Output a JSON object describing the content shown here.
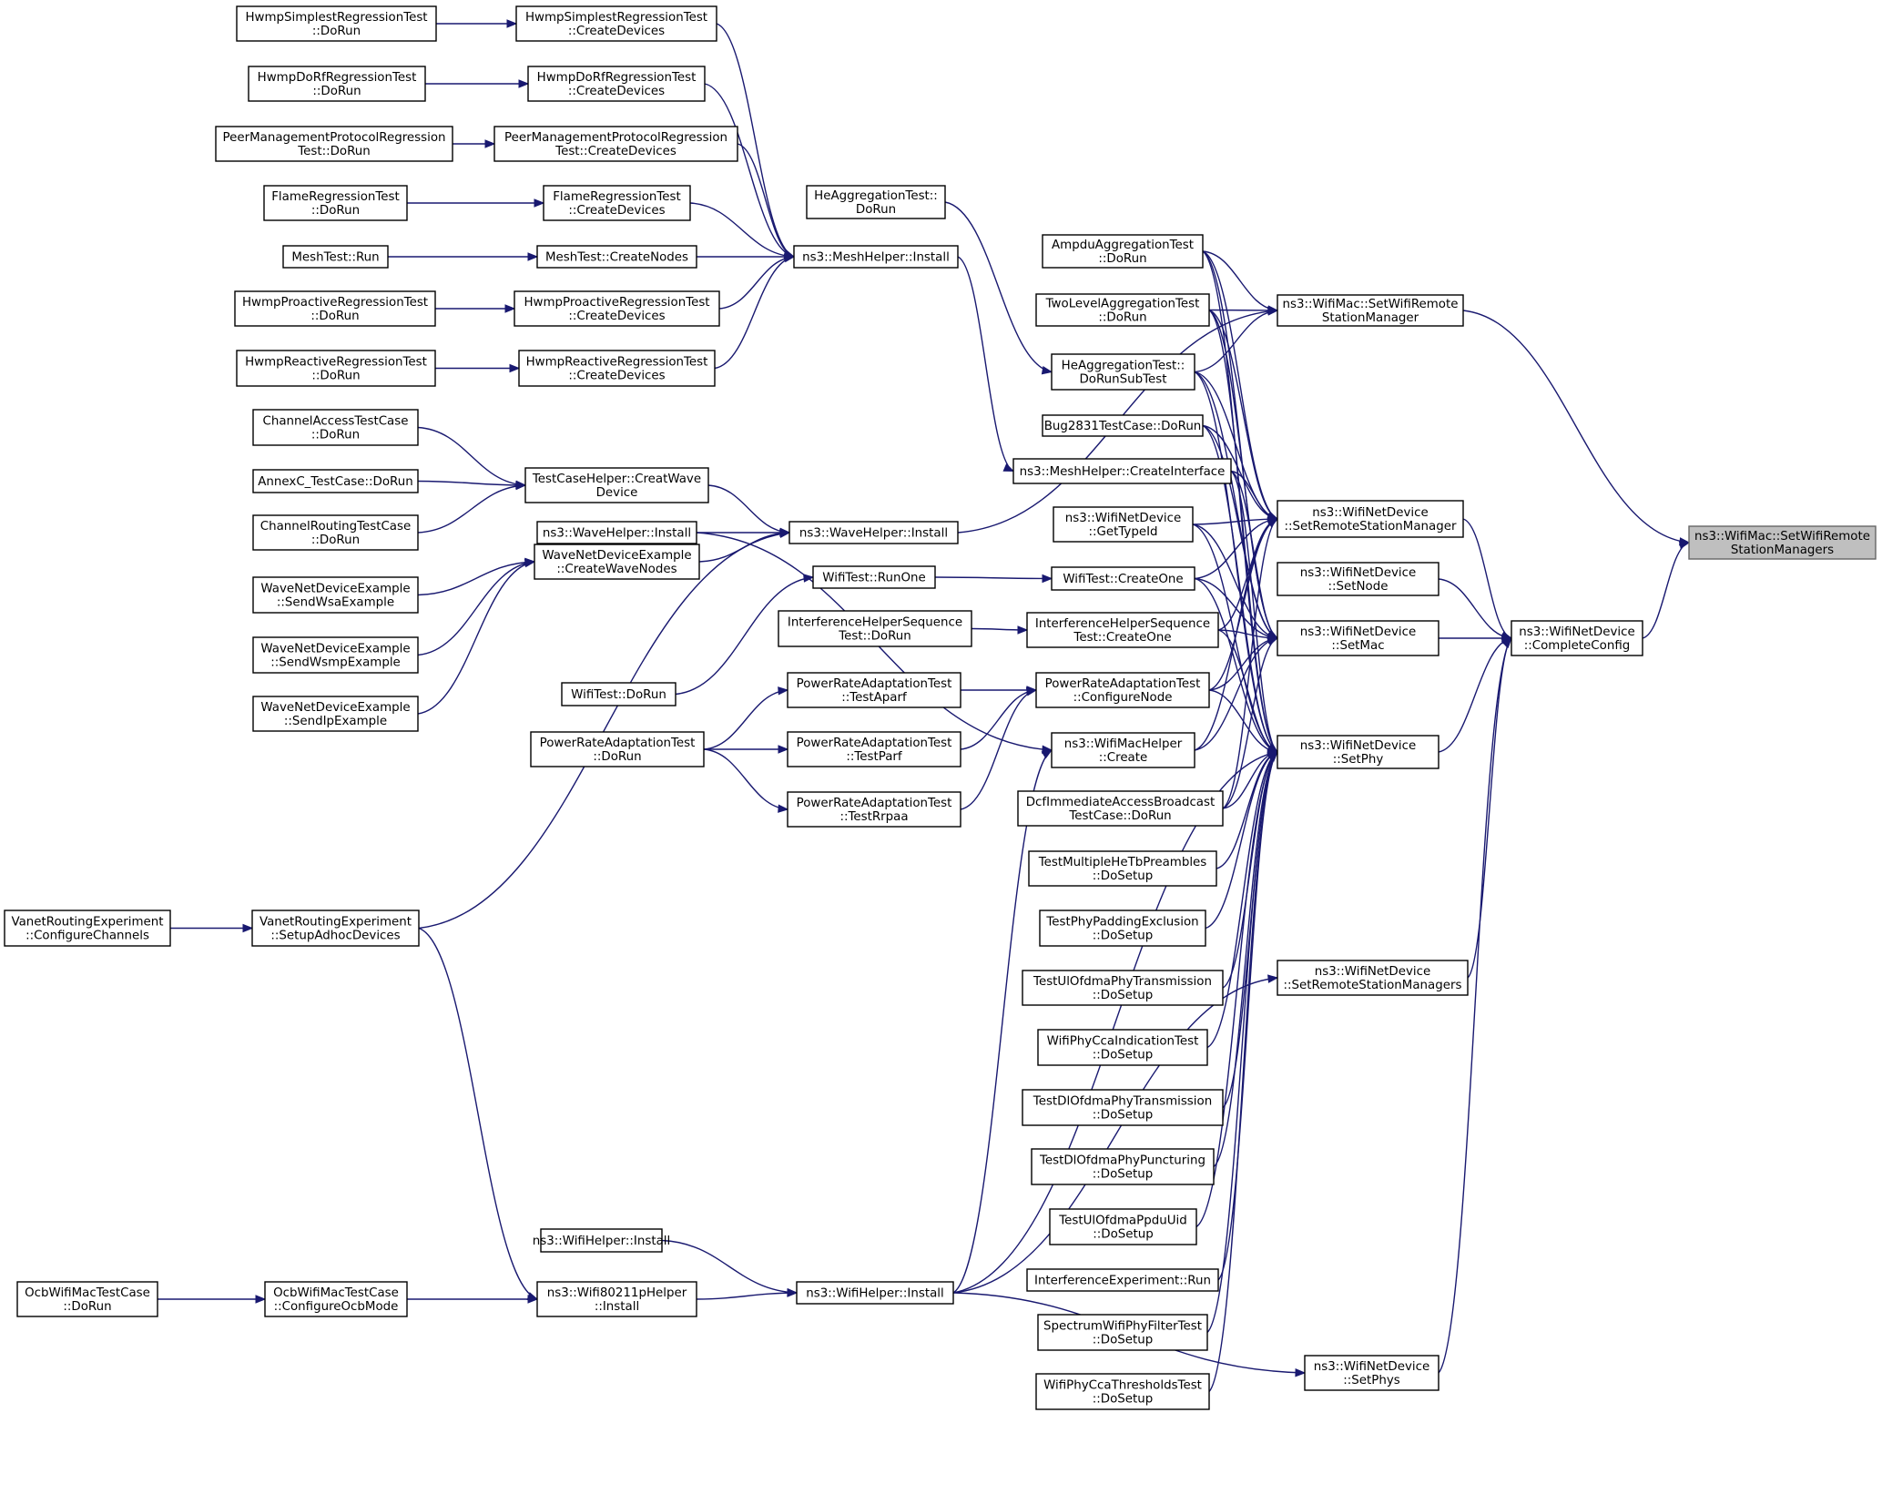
{
  "nodes": [
    {
      "id": "n0",
      "lines": [
        "ns3::WifiMac::SetWifiRemote",
        "StationManagers"
      ],
      "root": true
    },
    {
      "id": "n1",
      "lines": [
        "ns3::WifiNetDevice",
        "::CompleteConfig"
      ]
    },
    {
      "id": "n2",
      "lines": [
        "ns3::WifiMac::SetWifiRemote",
        "StationManager"
      ]
    },
    {
      "id": "n3",
      "lines": [
        "ns3::WifiNetDevice",
        "::SetRemoteStationManager"
      ]
    },
    {
      "id": "n4",
      "lines": [
        "ns3::WifiNetDevice",
        "::SetNode"
      ]
    },
    {
      "id": "n5",
      "lines": [
        "ns3::WifiNetDevice",
        "::SetMac"
      ]
    },
    {
      "id": "n6",
      "lines": [
        "ns3::WifiNetDevice",
        "::SetPhy"
      ]
    },
    {
      "id": "n7",
      "lines": [
        "ns3::WifiNetDevice",
        "::SetRemoteStationManagers"
      ]
    },
    {
      "id": "n8",
      "lines": [
        "ns3::WifiNetDevice",
        "::SetPhys"
      ]
    },
    {
      "id": "n9",
      "lines": [
        "AmpduAggregationTest",
        "::DoRun"
      ]
    },
    {
      "id": "n10",
      "lines": [
        "TwoLevelAggregationTest",
        "::DoRun"
      ]
    },
    {
      "id": "n11",
      "lines": [
        "HeAggregationTest::",
        "DoRunSubTest"
      ]
    },
    {
      "id": "n12",
      "lines": [
        "Bug2831TestCase::DoRun"
      ]
    },
    {
      "id": "n13",
      "lines": [
        "ns3::MeshHelper::CreateInterface"
      ]
    },
    {
      "id": "n14",
      "lines": [
        "ns3::WifiNetDevice",
        "::GetTypeId"
      ]
    },
    {
      "id": "n15",
      "lines": [
        "WifiTest::CreateOne"
      ]
    },
    {
      "id": "n16",
      "lines": [
        "InterferenceHelperSequence",
        "Test::CreateOne"
      ]
    },
    {
      "id": "n17",
      "lines": [
        "PowerRateAdaptationTest",
        "::ConfigureNode"
      ]
    },
    {
      "id": "n18",
      "lines": [
        "ns3::WifiMacHelper",
        "::Create"
      ]
    },
    {
      "id": "n19",
      "lines": [
        "DcfImmediateAccessBroadcast",
        "TestCase::DoRun"
      ]
    },
    {
      "id": "n20",
      "lines": [
        "TestMultipleHeTbPreambles",
        "::DoSetup"
      ]
    },
    {
      "id": "n21",
      "lines": [
        "TestPhyPaddingExclusion",
        "::DoSetup"
      ]
    },
    {
      "id": "n22",
      "lines": [
        "TestUlOfdmaPhyTransmission",
        "::DoSetup"
      ]
    },
    {
      "id": "n23",
      "lines": [
        "WifiPhyCcaIndicationTest",
        "::DoSetup"
      ]
    },
    {
      "id": "n24",
      "lines": [
        "TestDlOfdmaPhyTransmission",
        "::DoSetup"
      ]
    },
    {
      "id": "n25",
      "lines": [
        "TestDlOfdmaPhyPuncturing",
        "::DoSetup"
      ]
    },
    {
      "id": "n26",
      "lines": [
        "TestUlOfdmaPpduUid",
        "::DoSetup"
      ]
    },
    {
      "id": "n27",
      "lines": [
        "InterferenceExperiment::Run"
      ]
    },
    {
      "id": "n28",
      "lines": [
        "SpectrumWifiPhyFilterTest",
        "::DoSetup"
      ]
    },
    {
      "id": "n29",
      "lines": [
        "WifiPhyCcaThresholdsTest",
        "::DoSetup"
      ]
    },
    {
      "id": "n30",
      "lines": [
        "HeAggregationTest::",
        "DoRun"
      ]
    },
    {
      "id": "n31",
      "lines": [
        "ns3::MeshHelper::Install"
      ]
    },
    {
      "id": "n32",
      "lines": [
        "ns3::WaveHelper::Install"
      ]
    },
    {
      "id": "n33",
      "lines": [
        "WifiTest::RunOne"
      ]
    },
    {
      "id": "n34",
      "lines": [
        "InterferenceHelperSequence",
        "Test::DoRun"
      ]
    },
    {
      "id": "n35",
      "lines": [
        "WifiTest::DoRun"
      ]
    },
    {
      "id": "n36",
      "lines": [
        "PowerRateAdaptationTest",
        "::TestAparf"
      ]
    },
    {
      "id": "n37",
      "lines": [
        "PowerRateAdaptationTest",
        "::TestParf"
      ]
    },
    {
      "id": "n38",
      "lines": [
        "PowerRateAdaptationTest",
        "::TestRrpaa"
      ]
    },
    {
      "id": "n39",
      "lines": [
        "ns3::WifiHelper::Install"
      ]
    },
    {
      "id": "n40",
      "lines": [
        "ns3::WifiHelper::Install"
      ]
    },
    {
      "id": "n41",
      "lines": [
        "HwmpSimplestRegressionTest",
        "::CreateDevices"
      ]
    },
    {
      "id": "n42",
      "lines": [
        "HwmpDoRfRegressionTest",
        "::CreateDevices"
      ]
    },
    {
      "id": "n43",
      "lines": [
        "PeerManagementProtocolRegression",
        "Test::CreateDevices"
      ]
    },
    {
      "id": "n44",
      "lines": [
        "FlameRegressionTest",
        "::CreateDevices"
      ]
    },
    {
      "id": "n45",
      "lines": [
        "MeshTest::CreateNodes"
      ]
    },
    {
      "id": "n46",
      "lines": [
        "HwmpProactiveRegressionTest",
        "::CreateDevices"
      ]
    },
    {
      "id": "n47",
      "lines": [
        "HwmpReactiveRegressionTest",
        "::CreateDevices"
      ]
    },
    {
      "id": "n48",
      "lines": [
        "TestCaseHelper::CreatWave",
        "Device"
      ]
    },
    {
      "id": "n49",
      "lines": [
        "ns3::WaveHelper::Install"
      ]
    },
    {
      "id": "n50",
      "lines": [
        "WaveNetDeviceExample",
        "::CreateWaveNodes"
      ]
    },
    {
      "id": "n51",
      "lines": [
        "PowerRateAdaptationTest",
        "::DoRun"
      ]
    },
    {
      "id": "n52",
      "lines": [
        "ns3::Wifi80211pHelper",
        "::Install"
      ]
    },
    {
      "id": "n53",
      "lines": [
        "HwmpSimplestRegressionTest",
        "::DoRun"
      ]
    },
    {
      "id": "n54",
      "lines": [
        "HwmpDoRfRegressionTest",
        "::DoRun"
      ]
    },
    {
      "id": "n55",
      "lines": [
        "PeerManagementProtocolRegression",
        "Test::DoRun"
      ]
    },
    {
      "id": "n56",
      "lines": [
        "FlameRegressionTest",
        "::DoRun"
      ]
    },
    {
      "id": "n57",
      "lines": [
        "MeshTest::Run"
      ]
    },
    {
      "id": "n58",
      "lines": [
        "HwmpProactiveRegressionTest",
        "::DoRun"
      ]
    },
    {
      "id": "n59",
      "lines": [
        "HwmpReactiveRegressionTest",
        "::DoRun"
      ]
    },
    {
      "id": "n60",
      "lines": [
        "ChannelAccessTestCase",
        "::DoRun"
      ]
    },
    {
      "id": "n61",
      "lines": [
        "AnnexC_TestCase::DoRun"
      ]
    },
    {
      "id": "n62",
      "lines": [
        "ChannelRoutingTestCase",
        "::DoRun"
      ]
    },
    {
      "id": "n63",
      "lines": [
        "WaveNetDeviceExample",
        "::SendWsaExample"
      ]
    },
    {
      "id": "n64",
      "lines": [
        "WaveNetDeviceExample",
        "::SendWsmpExample"
      ]
    },
    {
      "id": "n65",
      "lines": [
        "WaveNetDeviceExample",
        "::SendIpExample"
      ]
    },
    {
      "id": "n66",
      "lines": [
        "VanetRoutingExperiment",
        "::SetupAdhocDevices"
      ]
    },
    {
      "id": "n67",
      "lines": [
        "OcbWifiMacTestCase",
        "::ConfigureOcbMode"
      ]
    },
    {
      "id": "n68",
      "lines": [
        "VanetRoutingExperiment",
        "::ConfigureChannels"
      ]
    },
    {
      "id": "n69",
      "lines": [
        "OcbWifiMacTestCase",
        "::DoRun"
      ]
    }
  ],
  "edges": [
    [
      "n1",
      "n0"
    ],
    [
      "n2",
      "n0"
    ],
    [
      "n3",
      "n1"
    ],
    [
      "n4",
      "n1"
    ],
    [
      "n5",
      "n1"
    ],
    [
      "n6",
      "n1"
    ],
    [
      "n7",
      "n1"
    ],
    [
      "n8",
      "n1"
    ],
    [
      "n9",
      "n2"
    ],
    [
      "n10",
      "n2"
    ],
    [
      "n11",
      "n2"
    ],
    [
      "n49",
      "n2"
    ],
    [
      "n9",
      "n3"
    ],
    [
      "n10",
      "n3"
    ],
    [
      "n11",
      "n3"
    ],
    [
      "n12",
      "n3"
    ],
    [
      "n13",
      "n3"
    ],
    [
      "n14",
      "n3"
    ],
    [
      "n15",
      "n3"
    ],
    [
      "n16",
      "n3"
    ],
    [
      "n17",
      "n3"
    ],
    [
      "n18",
      "n3"
    ],
    [
      "n19",
      "n3"
    ],
    [
      "n9",
      "n5"
    ],
    [
      "n10",
      "n5"
    ],
    [
      "n11",
      "n5"
    ],
    [
      "n12",
      "n5"
    ],
    [
      "n13",
      "n5"
    ],
    [
      "n14",
      "n5"
    ],
    [
      "n15",
      "n5"
    ],
    [
      "n16",
      "n5"
    ],
    [
      "n17",
      "n5"
    ],
    [
      "n18",
      "n5"
    ],
    [
      "n19",
      "n5"
    ],
    [
      "n9",
      "n6"
    ],
    [
      "n10",
      "n6"
    ],
    [
      "n11",
      "n6"
    ],
    [
      "n12",
      "n6"
    ],
    [
      "n13",
      "n6"
    ],
    [
      "n14",
      "n6"
    ],
    [
      "n15",
      "n6"
    ],
    [
      "n16",
      "n6"
    ],
    [
      "n17",
      "n6"
    ],
    [
      "n19",
      "n6"
    ],
    [
      "n20",
      "n6"
    ],
    [
      "n21",
      "n6"
    ],
    [
      "n22",
      "n6"
    ],
    [
      "n23",
      "n6"
    ],
    [
      "n24",
      "n6"
    ],
    [
      "n25",
      "n6"
    ],
    [
      "n26",
      "n6"
    ],
    [
      "n27",
      "n6"
    ],
    [
      "n28",
      "n6"
    ],
    [
      "n29",
      "n6"
    ],
    [
      "n40",
      "n6"
    ],
    [
      "n40",
      "n7"
    ],
    [
      "n40",
      "n8"
    ],
    [
      "n30",
      "n11"
    ],
    [
      "n31",
      "n13"
    ],
    [
      "n33",
      "n15"
    ],
    [
      "n34",
      "n16"
    ],
    [
      "n36",
      "n17"
    ],
    [
      "n37",
      "n17"
    ],
    [
      "n38",
      "n17"
    ],
    [
      "n32",
      "n18"
    ],
    [
      "n40",
      "n18"
    ],
    [
      "n35",
      "n33"
    ],
    [
      "n41",
      "n31"
    ],
    [
      "n42",
      "n31"
    ],
    [
      "n43",
      "n31"
    ],
    [
      "n44",
      "n31"
    ],
    [
      "n45",
      "n31"
    ],
    [
      "n46",
      "n31"
    ],
    [
      "n47",
      "n31"
    ],
    [
      "n48",
      "n49"
    ],
    [
      "n50",
      "n49"
    ],
    [
      "n66",
      "n49"
    ],
    [
      "n32",
      "n49"
    ],
    [
      "n51",
      "n36"
    ],
    [
      "n51",
      "n37"
    ],
    [
      "n51",
      "n38"
    ],
    [
      "n39",
      "n40"
    ],
    [
      "n52",
      "n40"
    ],
    [
      "n66",
      "n52"
    ],
    [
      "n67",
      "n52"
    ],
    [
      "n53",
      "n41"
    ],
    [
      "n54",
      "n42"
    ],
    [
      "n55",
      "n43"
    ],
    [
      "n56",
      "n44"
    ],
    [
      "n57",
      "n45"
    ],
    [
      "n58",
      "n46"
    ],
    [
      "n59",
      "n47"
    ],
    [
      "n60",
      "n48"
    ],
    [
      "n61",
      "n48"
    ],
    [
      "n62",
      "n48"
    ],
    [
      "n63",
      "n50"
    ],
    [
      "n64",
      "n50"
    ],
    [
      "n65",
      "n50"
    ],
    [
      "n68",
      "n66"
    ],
    [
      "n69",
      "n67"
    ]
  ],
  "colors": {
    "edge": "#191970",
    "root_fill": "#bfbfbf",
    "node_fill": "#ffffff",
    "node_stroke": "#000000"
  }
}
